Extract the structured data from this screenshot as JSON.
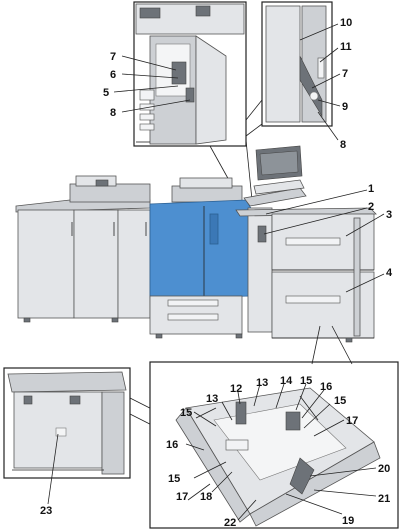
{
  "labels": {
    "l1": "1",
    "l2": "2",
    "l3": "3",
    "l4": "4",
    "l5": "5",
    "l6": "6",
    "l7a": "7",
    "l8a": "8",
    "l10": "10",
    "l11": "11",
    "l7b": "7",
    "l9": "9",
    "l8b": "8",
    "l12": "12",
    "l13a": "13",
    "l13b": "13",
    "l14": "14",
    "l15a": "15",
    "l15b": "15",
    "l15c": "15",
    "l15d": "15",
    "l16a": "16",
    "l16b": "16",
    "l17a": "17",
    "l17b": "17",
    "l18": "18",
    "l19": "19",
    "l20": "20",
    "l21": "21",
    "l22": "22",
    "l23": "23"
  },
  "colors": {
    "main_unit_blue": "#4d8fd0",
    "machine_gray": "#e3e5e8",
    "outline": "#222222"
  }
}
